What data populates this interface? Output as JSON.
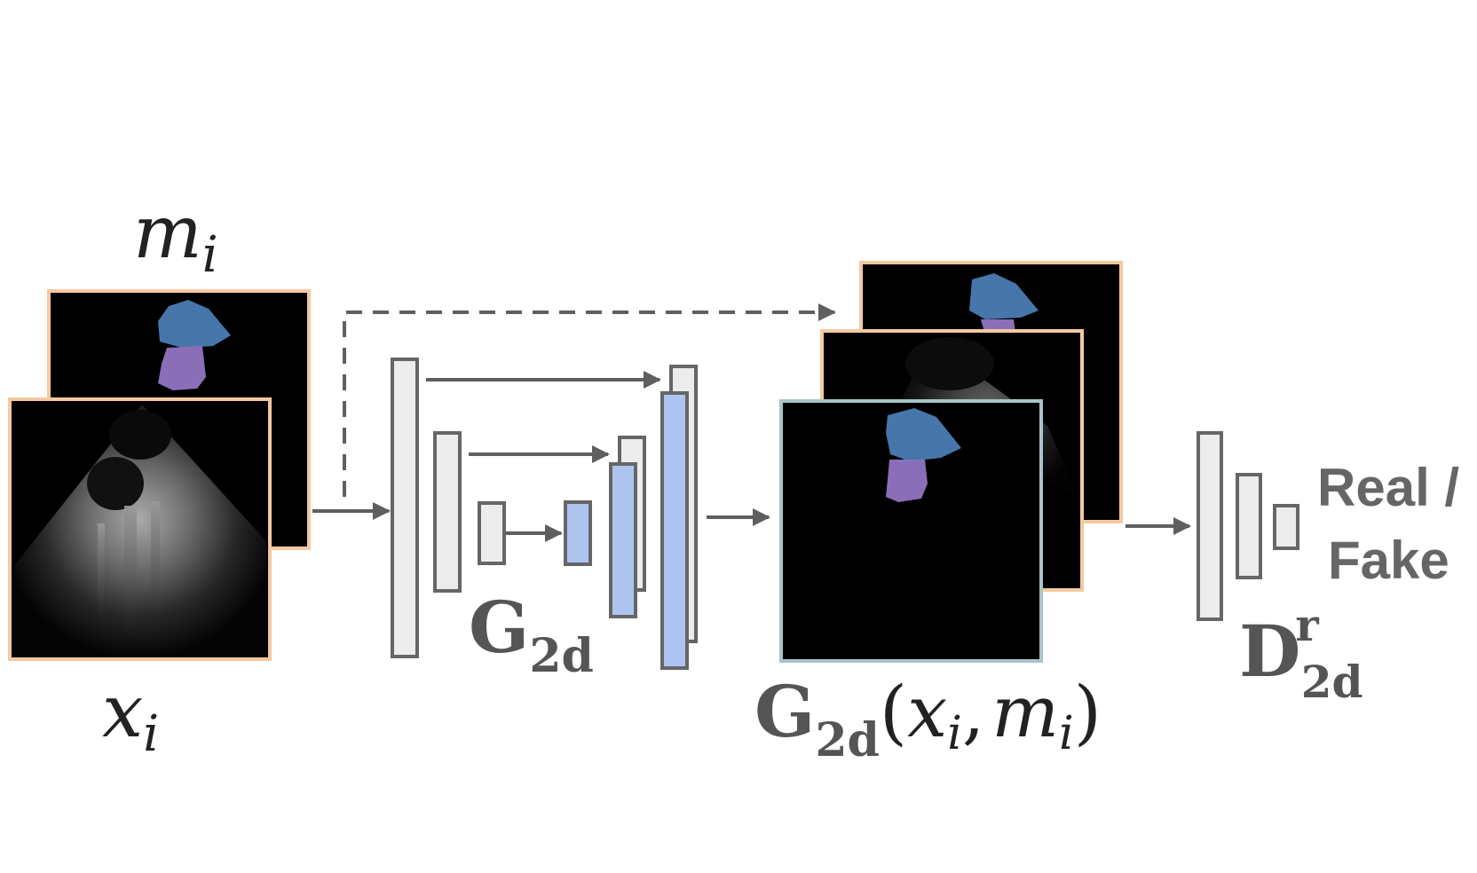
{
  "labels": {
    "mask": "m",
    "mask_sub": "i",
    "image": "x",
    "image_sub": "i",
    "generator": "G",
    "generator_sub": "2d",
    "generator_output": "G",
    "generator_output_sub": "2d",
    "generator_output_args_open": "(",
    "generator_output_arg1": "x",
    "generator_output_arg1_sub": "i",
    "generator_output_comma": ",",
    "generator_output_arg2": "m",
    "generator_output_arg2_sub": "i",
    "generator_output_args_close": ")",
    "discriminator": "D",
    "discriminator_sup": "r",
    "discriminator_sub": "2d",
    "output_line1": "Real /",
    "output_line2": "Fake"
  },
  "colors": {
    "frame_orange": "#f5c9a0",
    "frame_teal": "#a8c4c8",
    "layer_gray_fill": "#ececec",
    "layer_blue_fill": "#adc4f0",
    "layer_stroke": "#666666",
    "arrow": "#5f5f5f",
    "mask_blue": "#4676aa",
    "mask_purple": "#8a6fb8"
  },
  "icons": {
    "ultrasound": "ultrasound-image",
    "mask": "segmentation-mask"
  }
}
